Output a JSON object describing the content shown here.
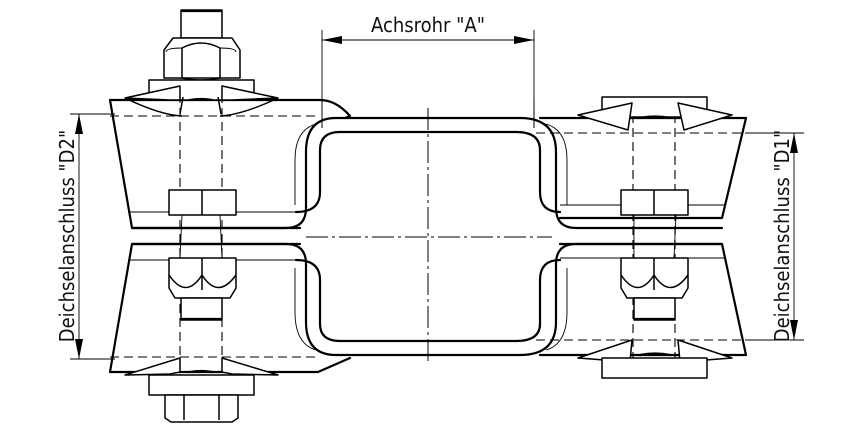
{
  "drawing": {
    "type": "technical-drawing",
    "subject": "drawbar connection clamp on axle tube",
    "line_color": "#000000",
    "background": "#ffffff"
  },
  "dimensions": {
    "axle_tube": {
      "label": "Achsrohr \"A\""
    },
    "drawbar_left": {
      "label": "Deichselanschluss \"D2\""
    },
    "drawbar_right": {
      "label": "Deichselanschluss \"D1\""
    }
  },
  "icons": {
    "dimension_arrow": "filled-arrowhead",
    "hex_nut": "hexagon-nut",
    "bolt": "threaded-bolt",
    "spring_washer": "conical-washer"
  }
}
